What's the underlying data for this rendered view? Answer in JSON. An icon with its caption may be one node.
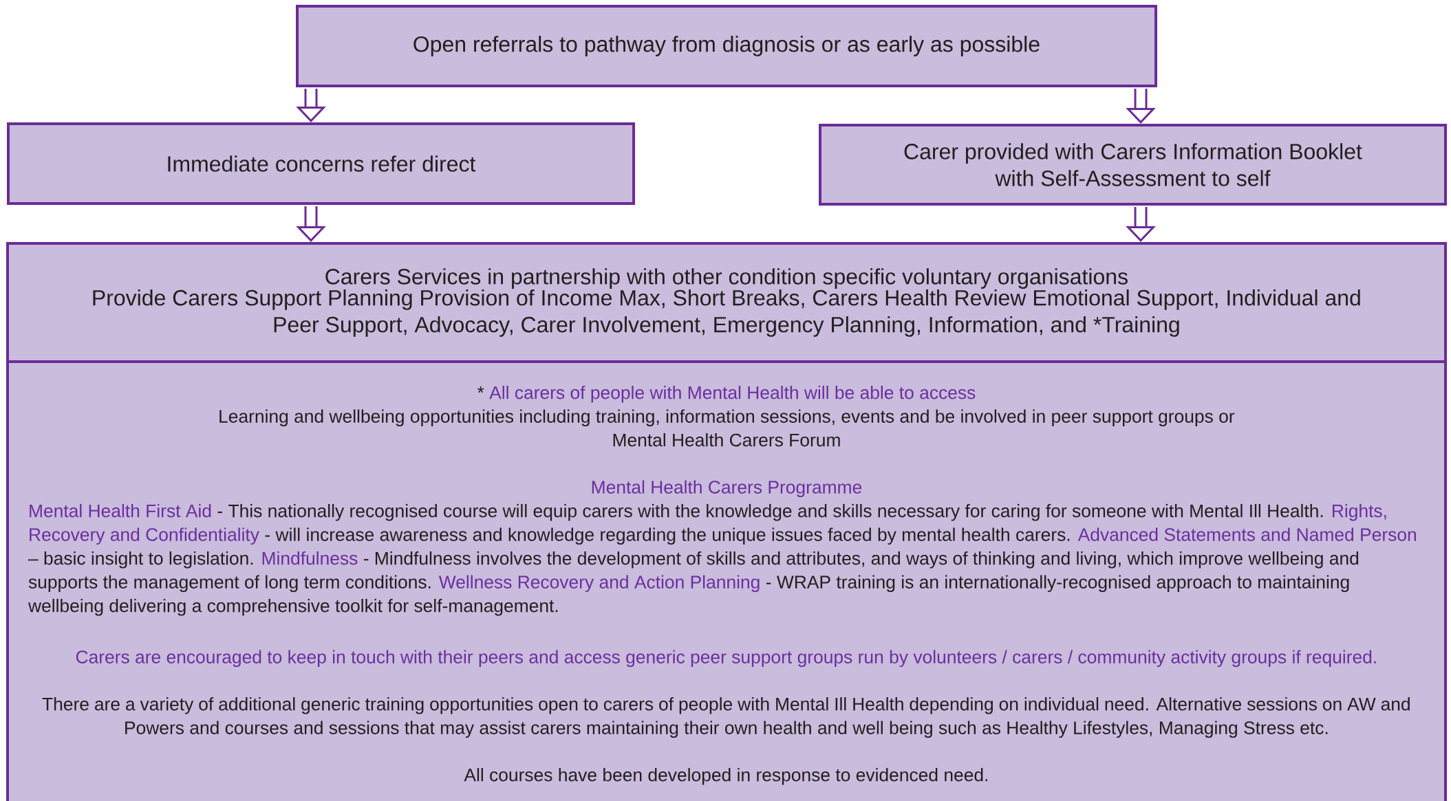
{
  "diagram": {
    "nodes": [
      {
        "text": [
          "Open referrals to pathway from diagnosis or as early as possible"
        ]
      },
      {
        "text": [
          "Immediate concerns refer direct"
        ]
      },
      {
        "text": [
          "Carer provided with Carers Information Booklet with Self-Assessment to self"
        ]
      },
      {
        "text": [
          "Carers Services in partnership with other condition specific voluntary organisations",
          "Provide Carers Support Planning Provision of Income Max, Short Breaks, Carers Health Review Emotional Support, Individual and Peer Support, Advocacy, Carer Involvement, Emergency Planning, Information, and *Training"
        ]
      },
      {
        "text": [
          "*",
          "All carers of people with Mental Health will be able to access",
          "Learning and wellbeing opportunities including training, information sessions, events and be involved in peer support groups or Mental Health Carers Forum",
          "Mental Health Carers Programme",
          "Mental Health First Aid",
          "- This nationally recognised course will equip carers with the knowledge and skills necessary for caring for someone with Mental Ill Health.",
          "Rights, Recovery and Confidentiality",
          "- will increase awareness and knowledge regarding the unique issues faced by mental health carers.",
          "Advanced Statements and Named Person",
          "– basic insight to legislation.",
          "Mindfulness",
          "- Mindfulness involves the development of skills and attributes, and ways of thinking and living, which improve wellbeing and supports the management of long term conditions.",
          "Wellness Recovery and Action Planning",
          "- WRAP training is an internationally-recognised approach to maintaining wellbeing delivering a comprehensive toolkit for self-management.",
          "Carers are encouraged to keep in touch with their peers and access generic peer support groups run by volunteers / carers / community activity groups if required.",
          "There are a variety of additional generic training opportunities open to carers of people with Mental Ill Health depending on individual need.  Alternative sessions on AW and Powers and courses and sessions that may assist carers maintaining their own health and well being such as Healthy Lifestyles, Managing Stress etc.",
          "All courses have been developed in response to evidenced need."
        ]
      }
    ],
    "edges": [
      {
        "from": 0,
        "to": 1,
        "arrow": "to"
      },
      {
        "from": 0,
        "to": 2,
        "arrow": "to"
      },
      {
        "from": 1,
        "to": 3,
        "arrow": "to"
      },
      {
        "from": 2,
        "to": 3,
        "arrow": "to"
      }
    ]
  }
}
